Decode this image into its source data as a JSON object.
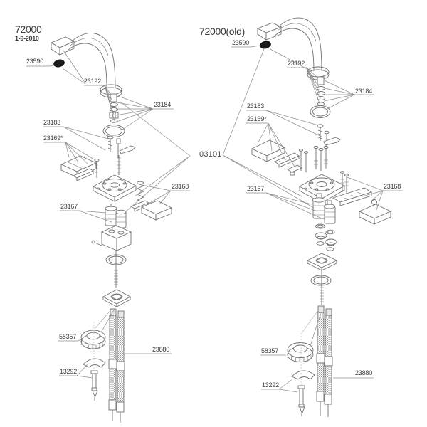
{
  "app": {
    "background": "#ffffff",
    "line_color": "#6f6f6f",
    "leader_color": "#8f8f8f",
    "text_color": "#3d3d3d",
    "aerator_color": "#1c1c1c"
  },
  "left_diagram": {
    "title": "72000",
    "date": "1-9-2010",
    "parts": {
      "p23590": "23590",
      "p23192": "23192",
      "p23184": "23184",
      "p23183": "23183",
      "p23169": "23169*",
      "p23168": "23168",
      "p23167": "23167",
      "p58357": "58357",
      "p13292": "13292",
      "p23880": "23880"
    }
  },
  "right_diagram": {
    "title": "72000(old)",
    "parts": {
      "p23590": "23590",
      "p23192": "23192",
      "p23184": "23184",
      "p23183": "23183",
      "p23169": "23169*",
      "p23167": "23167",
      "p23168": "23168",
      "p58357": "58357",
      "p13292": "13292",
      "p23880": "23880"
    }
  },
  "shared": {
    "assembly_label": "03101"
  }
}
